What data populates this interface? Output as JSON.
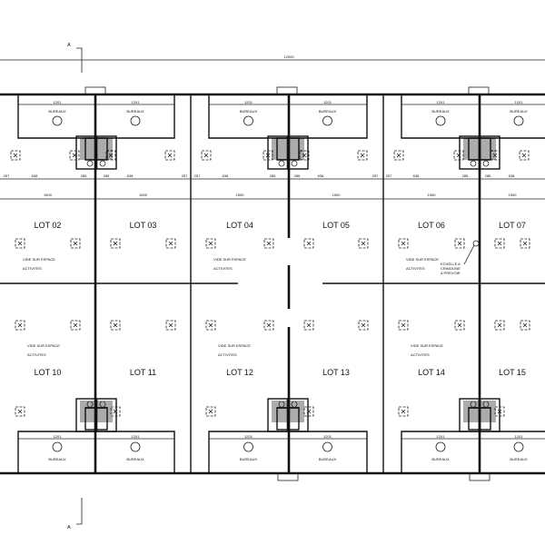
{
  "overall_dimension": "12000",
  "section_marker": "A",
  "top_lots": [
    "LOT 02",
    "LOT 03",
    "LOT 04",
    "LOT 05",
    "LOT 06",
    "LOT 07"
  ],
  "bottom_lots": [
    "LOT 10",
    "LOT 11",
    "LOT 12",
    "LOT 13",
    "LOT 14",
    "LOT 15"
  ],
  "office_label": "BUREAUX",
  "void_label_line1": "VIDE SUR ESPACE",
  "void_label_line2": "ACTIVITES",
  "lot_width_dim": "1500",
  "office_width_dim": "1201",
  "sub_dims": [
    "257",
    "638",
    "285",
    "285",
    "638",
    "257"
  ],
  "ladder_note": [
    "ECHELLE A",
    "CRINOLINE",
    "A PREVOIR"
  ],
  "colors": {
    "line": "#111111",
    "background": "#ffffff"
  }
}
